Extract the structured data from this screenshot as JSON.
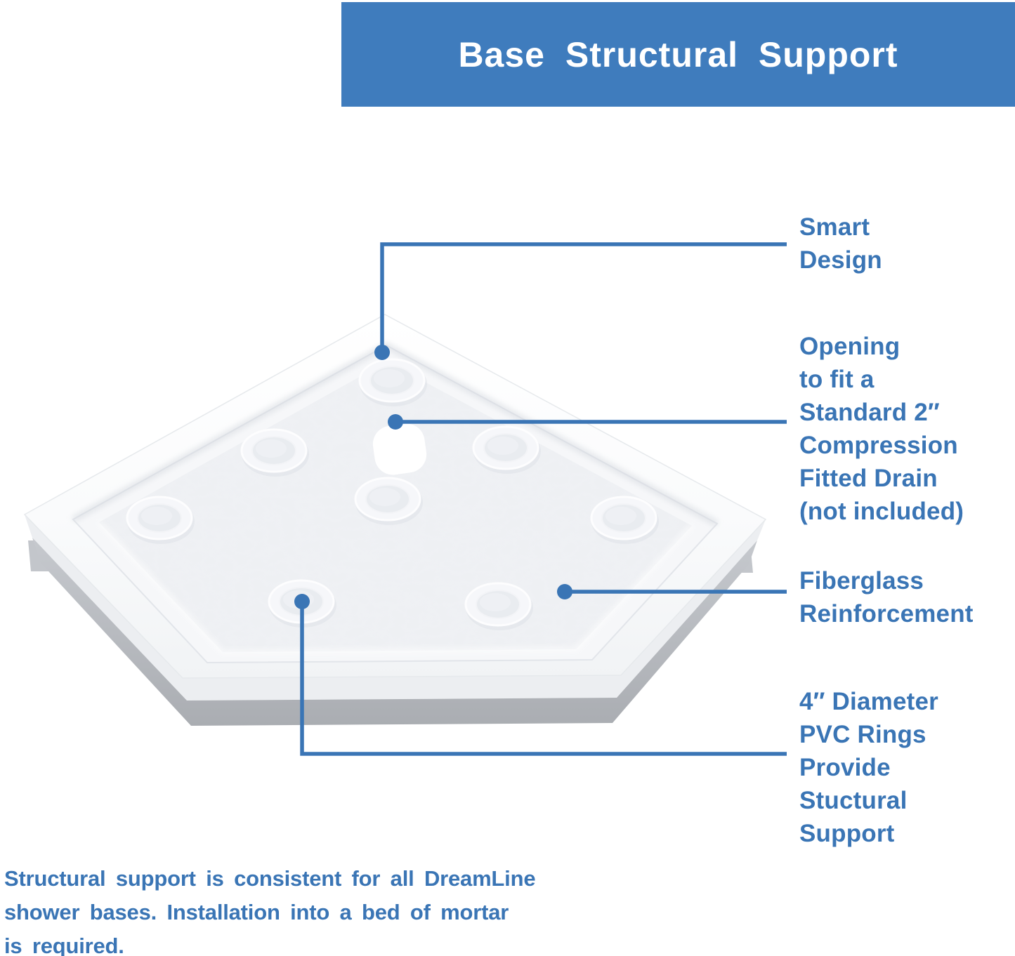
{
  "colors": {
    "accent": "#3A75B5",
    "banner_bg": "#3F7CBD",
    "banner_text": "#FFFFFF",
    "base_body": "#FBFCFD",
    "base_side_gray": "#B3B6BB"
  },
  "banner": {
    "title": "Base Structural Support"
  },
  "callouts": [
    {
      "name": "smart-design",
      "lines": [
        "Smart",
        "Design"
      ]
    },
    {
      "name": "drain-opening",
      "lines": [
        "Opening",
        "to fit a",
        "Standard 2″",
        "Compression",
        "Fitted Drain",
        "(not included)"
      ]
    },
    {
      "name": "fiberglass-reinforcement",
      "lines": [
        "Fiberglass",
        "Reinforcement"
      ]
    },
    {
      "name": "pvc-rings",
      "lines": [
        "4″ Diameter",
        "PVC Rings",
        "Provide",
        "Stuctural",
        "Support"
      ]
    }
  ],
  "footer": {
    "lines": [
      "Structural support is consistent for all DreamLine",
      "shower bases. Installation into a bed of mortar",
      "is required."
    ]
  },
  "diagram": {
    "subject": "Neo-angle shower base viewed from above",
    "ring_count": 8,
    "drain_hole_count": 1
  }
}
